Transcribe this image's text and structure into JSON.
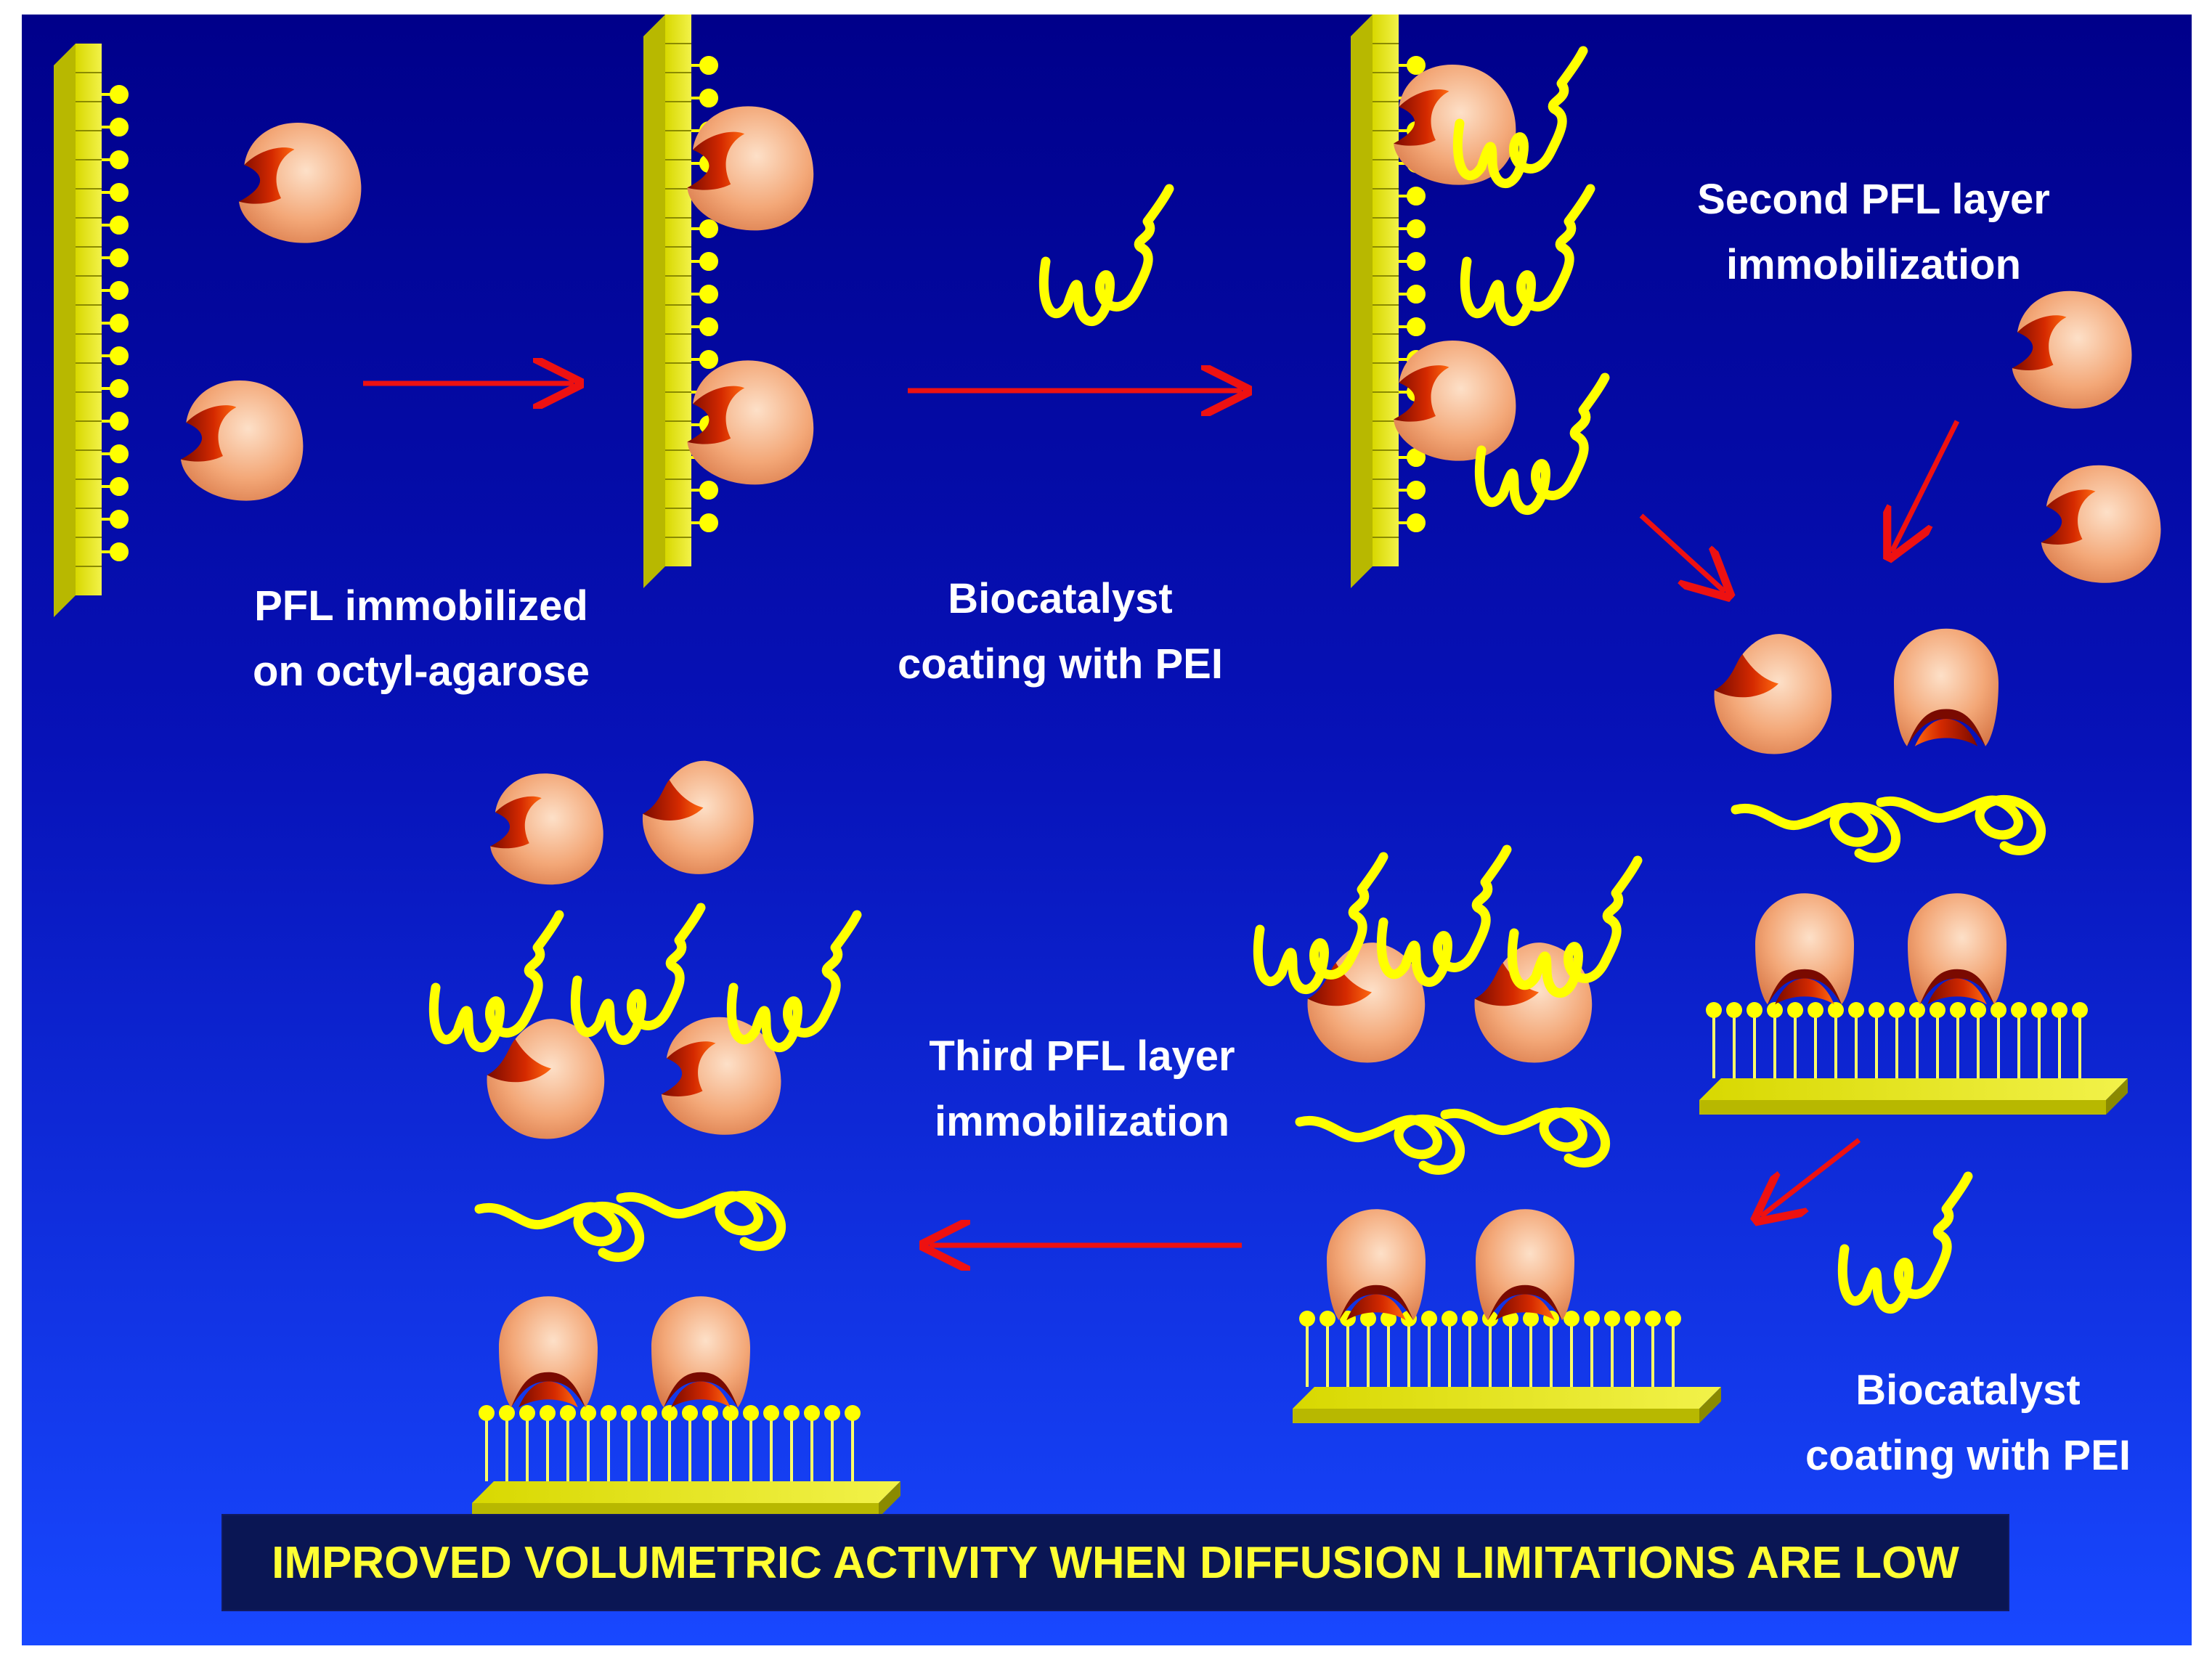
{
  "labels": {
    "step1": [
      "PFL immobilized",
      "on octyl-agarose"
    ],
    "step2": [
      "Biocatalyst",
      "coating  with PEI"
    ],
    "step3": [
      "Second PFL layer",
      "immobilization"
    ],
    "step4": [
      "Biocatalyst",
      "coating  with PEI"
    ],
    "step5": [
      "Third  PFL layer",
      "immobilization"
    ]
  },
  "banner": "IMPROVED VOLUMETRIC ACTIVITY WHEN DIFFUSION LIMITATIONS ARE LOW",
  "colors": {
    "background_top": "#00008a",
    "background_bottom": "#1848ff",
    "support": "#e6e600",
    "enzyme": "#f4b08a",
    "enzyme_pocket": "#c42200",
    "pei": "#ffff00",
    "arrow": "#ee1111",
    "label_text": "#ffffff",
    "banner_text": "#ffff33"
  }
}
